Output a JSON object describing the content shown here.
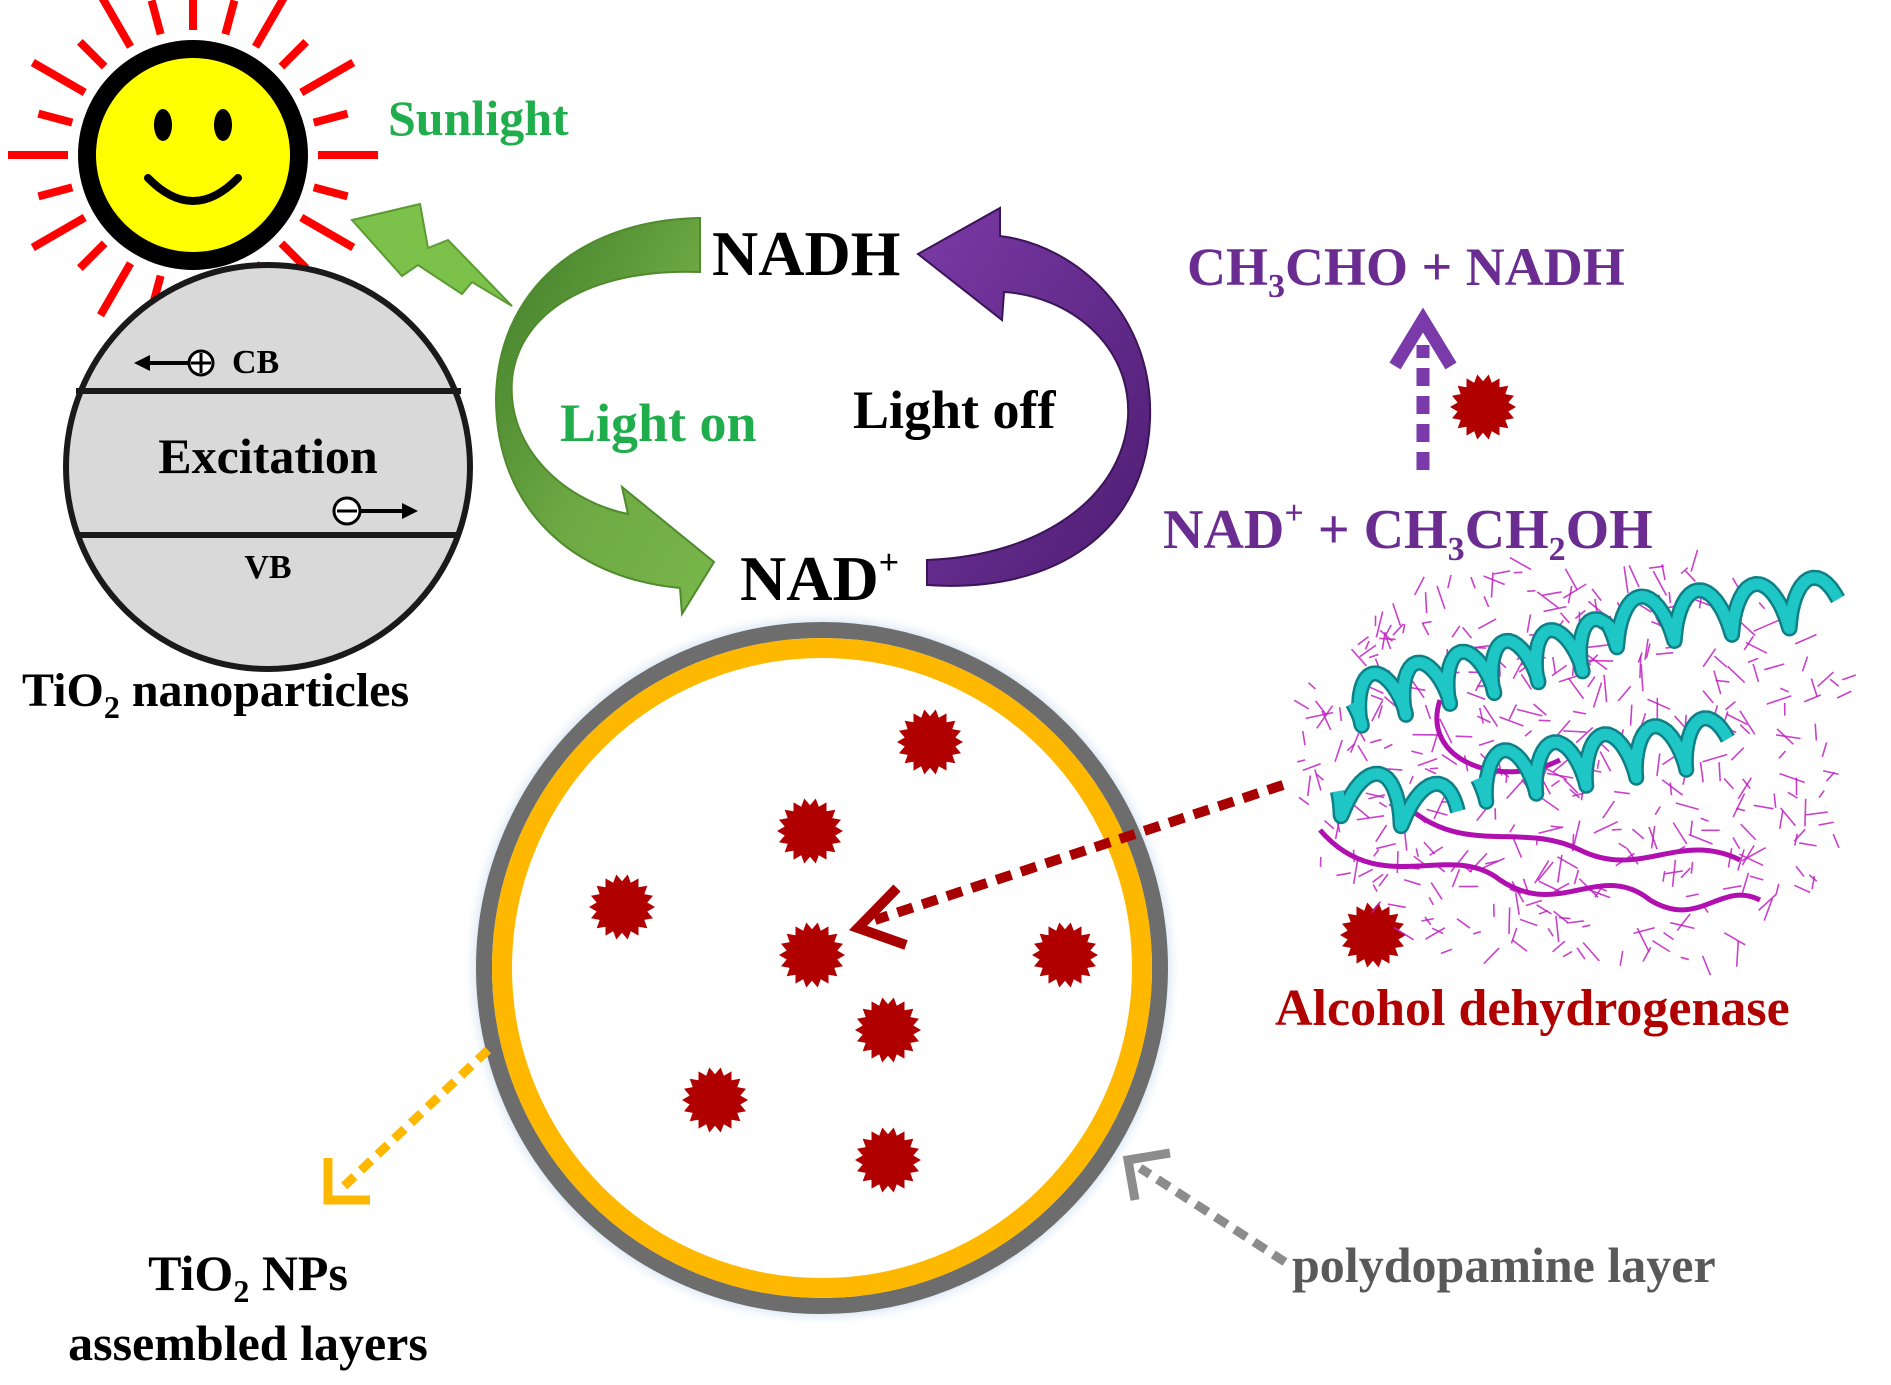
{
  "labels": {
    "sunlight": "Sunlight",
    "cb": "CB",
    "excitation": "Excitation",
    "vb": "VB",
    "tio2_np_main": "TiO",
    "tio2_np_sub": "2",
    "tio2_np_rest": " nanoparticles",
    "nadh": "NADH",
    "nad_main": "NAD",
    "nad_sup": "+",
    "light_on": "Light on",
    "light_off": "Light off",
    "prod_ch": "CH",
    "prod_sub3": "3",
    "prod_rest": "CHO + NADH",
    "sub_nad": "NAD",
    "sub_plus": "+",
    "sub_mid": " + CH",
    "sub_sub3": "3",
    "sub_ch": "CH",
    "sub_sub2": "2",
    "sub_oh": "OH",
    "enzyme": "Alcohol dehydrogenase",
    "layers_tio": "TiO",
    "layers_sub": "2",
    "layers_nps": " NPs",
    "layers_line2": "assembled layers",
    "polydopamine": "polydopamine layer"
  },
  "colors": {
    "green_text": "#1fae4b",
    "green_arrow": "#5f9a37",
    "purple": "#6a2c91",
    "enzyme_red": "#b00000",
    "shell_orange": "#ffb800",
    "shell_gray": "#6d6d6d",
    "sun_yellow": "#ffff00",
    "ray_red": "#ff0000",
    "particle_gray": "#d9d9d9",
    "helix_cyan": "#1fc6c6",
    "stick_magenta": "#c020c0"
  }
}
